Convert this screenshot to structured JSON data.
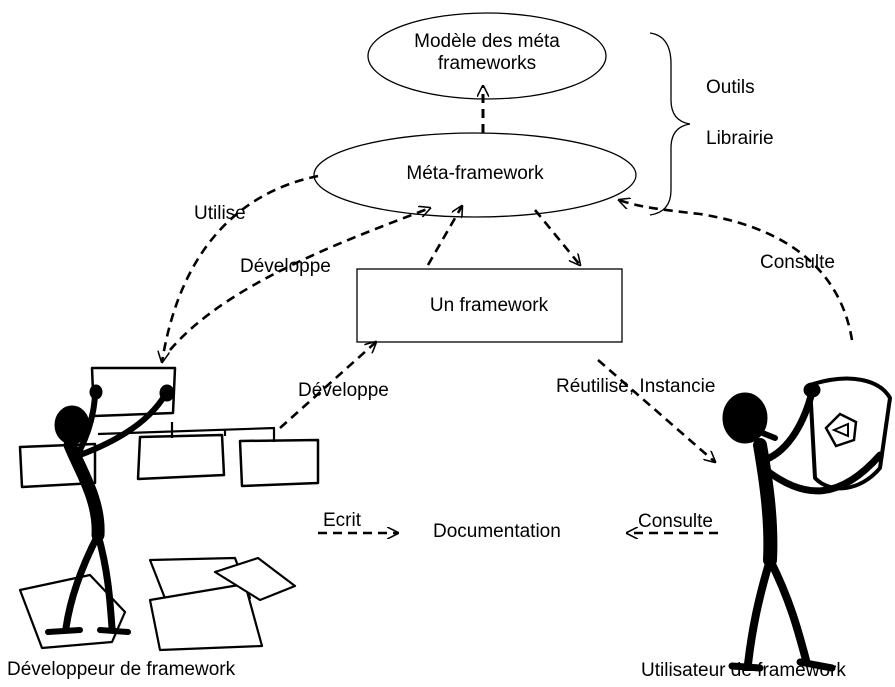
{
  "nodes": {
    "meta_model": {
      "line1": "Modèle des méta",
      "line2": "frameworks"
    },
    "meta_framework": "Méta-framework",
    "framework": "Un framework",
    "documentation": "Documentation"
  },
  "brace_labels": {
    "tools": "Outils",
    "library": "Librairie"
  },
  "edge_labels": {
    "uses": "Utilise",
    "develops_meta": "Développe",
    "consults_meta": "Consulte",
    "develops_framework": "Développe",
    "reuses": "Réutilise, Instancie",
    "writes": "Ecrit",
    "consults_doc": "Consulte"
  },
  "actors": {
    "developer": "Développeur de framework",
    "user": "Utilisateur de framework"
  },
  "colors": {
    "ink": "#000000",
    "paper": "#ffffff"
  }
}
